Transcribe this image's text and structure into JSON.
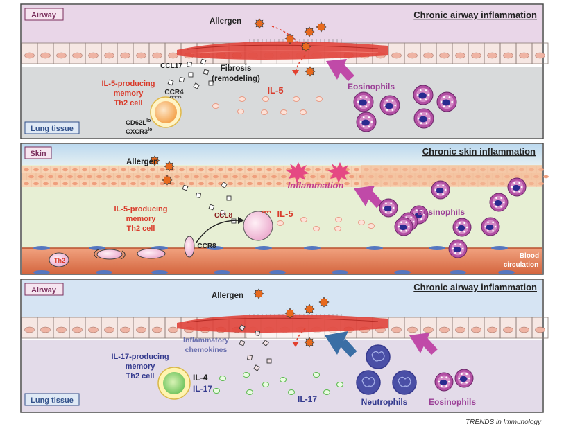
{
  "colors": {
    "airway_bg": "#e9d6e8",
    "lung_bg": "#d8dadb",
    "skin_bg": "#e7efd4",
    "lung_bg3": "#e3dbe9",
    "epithelium": "#f6e7e3",
    "cell_nucleus": "#efb4a4",
    "fibrosis": "#e0443b",
    "allergen": "#e86a1e",
    "eosinophil": "#b24fa3",
    "eosinophil_nucleus": "#2a2a8f",
    "neutrophil": "#36398e",
    "il5": "#f3b6a4",
    "il17": "#7fd06a",
    "arrow_pink": "#c04aa8",
    "arrow_blue": "#3a6ea5",
    "label_red": "#d93b2b",
    "label_purple": "#9a3f96",
    "label_navy": "#343a8e"
  },
  "panel1": {
    "tag": "Airway",
    "title": "Chronic airway inflammation",
    "allergen": "Allergen",
    "fibrosis_line1": "Fibrosis",
    "fibrosis_line2": "(remodeling)",
    "ccl17": "CCL17",
    "ccr4": "CCR4",
    "cell_line1": "IL-5-producing",
    "cell_line2": "memory",
    "cell_line3": "Th2 cell",
    "cd62l": "CD62L",
    "cxcr3": "CXCR3",
    "lo": "lo",
    "il5": "IL-5",
    "eosinophils": "Eosinophils",
    "lung_tissue": "Lung tissue"
  },
  "panel2": {
    "tag": "Skin",
    "title": "Chronic skin inflammation",
    "allergen": "Allergen",
    "inflammation": "Inflammation",
    "ccl8": "CCL8",
    "ccr8": "CCR8",
    "cell_line1": "IL-5-producing",
    "cell_line2": "memory",
    "cell_line3": "Th2 cell",
    "il5": "IL-5",
    "eosinophils": "Eosinophils",
    "th2": "Th2",
    "blood_line1": "Blood",
    "blood_line2": "circulation"
  },
  "panel3": {
    "tag": "Airway",
    "title": "Chronic airway inflammation",
    "allergen": "Allergen",
    "chemokines_line1": "Inflammatory",
    "chemokines_line2": "chemokines",
    "cell_line1": "IL-17-producing",
    "cell_line2": "memory",
    "cell_line3": "Th2 cell",
    "il4": "IL-4",
    "il17_cell": "IL-17",
    "il17": "IL-17",
    "neutrophils": "Neutrophils",
    "eosinophils": "Eosinophils",
    "lung_tissue": "Lung tissue"
  },
  "footer": "TRENDS in Immunology"
}
